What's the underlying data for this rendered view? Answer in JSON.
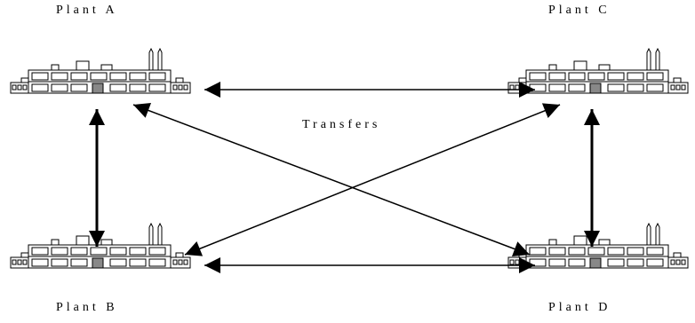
{
  "plants": {
    "a": {
      "label": "Plant A",
      "icon": "factory-icon"
    },
    "b": {
      "label": "Plant B",
      "icon": "factory-icon"
    },
    "c": {
      "label": "Plant C",
      "icon": "factory-icon"
    },
    "d": {
      "label": "Plant D",
      "icon": "factory-icon"
    }
  },
  "center_label": "Transfers",
  "connections": [
    {
      "from": "Plant A",
      "to": "Plant C",
      "bidirectional": true
    },
    {
      "from": "Plant B",
      "to": "Plant D",
      "bidirectional": true
    },
    {
      "from": "Plant A",
      "to": "Plant B",
      "bidirectional": true
    },
    {
      "from": "Plant C",
      "to": "Plant D",
      "bidirectional": true
    },
    {
      "from": "Plant A",
      "to": "Plant D",
      "bidirectional": true
    },
    {
      "from": "Plant C",
      "to": "Plant B",
      "bidirectional": true
    }
  ],
  "colors": {
    "stroke": "#000000",
    "background": "#ffffff",
    "factory_fill": "#ffffff"
  }
}
